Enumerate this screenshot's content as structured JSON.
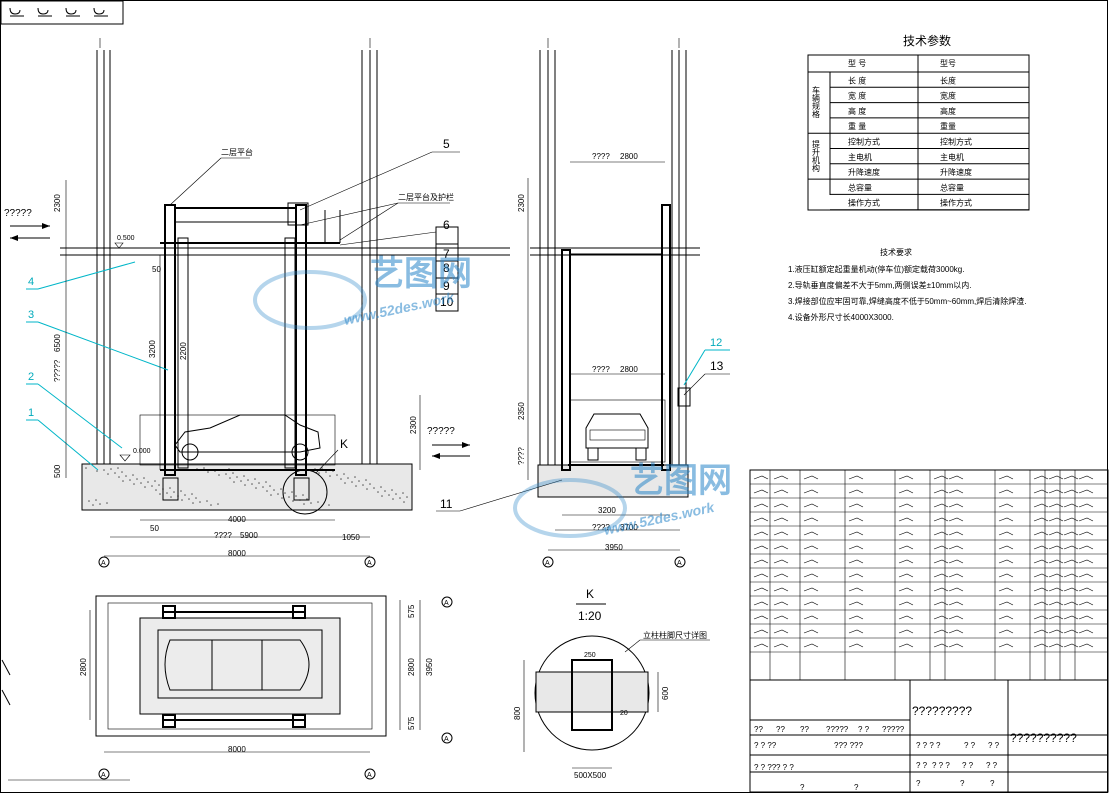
{
  "toolbar": {
    "icons": [
      "hook-icon",
      "hook-icon",
      "hook-icon",
      "hook-icon"
    ]
  },
  "front_view": {
    "left_arrow_text": "?????",
    "right_arrow_text": "?????",
    "label_second_platform": "二层平台",
    "label_guardrail": "二层平台及护栏",
    "callouts": [
      "1",
      "2",
      "3",
      "4"
    ],
    "callout_5": "5",
    "callout_stack": [
      "6",
      "7",
      "8",
      "9",
      "10"
    ],
    "section_mark": "K",
    "dims": {
      "d2300_top": "2300",
      "d6500": "6500",
      "dq": "?????",
      "d500": "500",
      "d3200": "3200",
      "d2200": "2200",
      "d2300_right": "2300",
      "d50a": "50",
      "d50b": "50",
      "d4000": "4000",
      "d5900": "5900",
      "dq5900": "????",
      "d1050": "1050",
      "d8000": "8000",
      "elev_top": "0.500",
      "elev_ground": "0.000"
    }
  },
  "side_view": {
    "dims": {
      "d2800a": "2800",
      "q2800a": "????",
      "d2800b": "2800",
      "q2800b": "????",
      "d2300": "2300",
      "d2350": "2350",
      "dq": "????",
      "d3200": "3200",
      "d3700": "3700",
      "q3700": "????",
      "d3950": "3950"
    },
    "callouts": [
      "11",
      "12",
      "13"
    ]
  },
  "plan_view": {
    "dims": {
      "d2800": "2800",
      "d2800r": "2800",
      "d3950": "3950",
      "d575a": "575",
      "d575b": "575",
      "d8000": "8000"
    }
  },
  "detail": {
    "title": "K",
    "scale": "1:20",
    "label": "立柱柱脚尺寸详图",
    "dims": {
      "d250": "250",
      "d800": "800",
      "d600": "600",
      "d20": "20",
      "d500x500": "500X500"
    }
  },
  "tech_table": {
    "title": "技术参数",
    "header": [
      "型 号",
      "型号"
    ],
    "group1": "车辆规格",
    "group2": "提升机构",
    "rows": [
      [
        "长 度",
        "长度"
      ],
      [
        "宽 度",
        "宽度"
      ],
      [
        "高 度",
        "高度"
      ],
      [
        "重 量",
        "重量"
      ],
      [
        "控制方式",
        "控制方式"
      ],
      [
        "主电机",
        "主电机"
      ],
      [
        "升降速度",
        "升降速度"
      ],
      [
        "总容量",
        "总容量"
      ],
      [
        "操作方式",
        "操作方式"
      ]
    ]
  },
  "notes": {
    "title": "技术要求",
    "items": [
      "1.液压缸额定起重量机动(停车位)额定载荷3000kg.",
      "2.导轨垂直度偏差不大于5mm,两侧误差±10mm以内.",
      "3.焊接部位应牢固可靠,焊缝高度不低于50mm~60mm,焊后清除焊渣.",
      "4.设备外形尺寸长4000X3000."
    ]
  },
  "title_block": {
    "drawing_name": "?????????",
    "company": "??????????",
    "cells": [
      "??",
      "??",
      "??",
      "?????",
      "? ?",
      "?????",
      "? ? ??",
      "??? ???",
      "? ? ? ?",
      "? ?",
      "? ?",
      "? ? ??",
      "? ? ?",
      "?",
      "?",
      "? ?",
      "? ? ?",
      "? ?",
      "? ?",
      "?",
      "?",
      "?"
    ]
  },
  "watermark": {
    "brand": "艺图网",
    "url": "www.52des.work"
  }
}
